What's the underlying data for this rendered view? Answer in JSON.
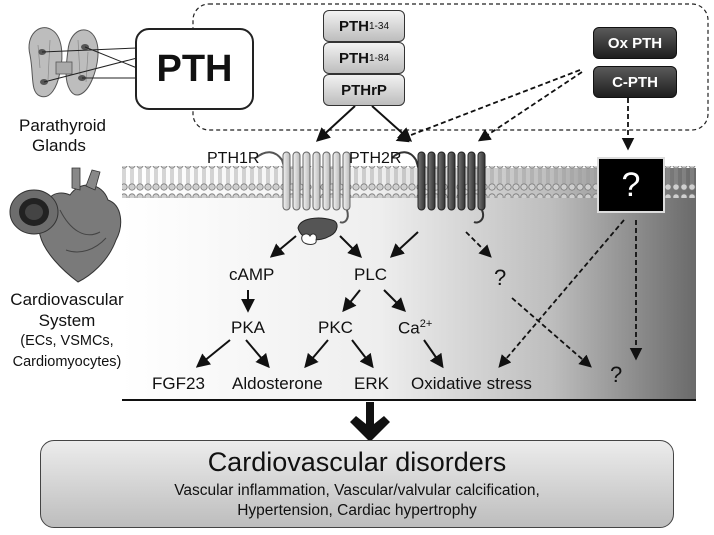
{
  "pth_main": "PTH",
  "gland_label_1": "Parathyroid",
  "gland_label_2": "Glands",
  "ligands": {
    "pth134_main": "PTH",
    "pth134_sub": "1-34",
    "pth184_main": "PTH",
    "pth184_sub": "1-84",
    "pthrp": "PTHrP",
    "oxpth": "Ox PTH",
    "cpth": "C-PTH"
  },
  "receptors": {
    "pth1r": "PTH1R",
    "pth2r": "PTH2R",
    "unknown": "?"
  },
  "cv_system": {
    "line1": "Cardiovascular",
    "line2": "System",
    "line3": "(ECs, VSMCs,",
    "line4": "Cardiomyocytes)"
  },
  "pathway": {
    "camp": "cAMP",
    "plc": "PLC",
    "pka": "PKA",
    "pkc": "PKC",
    "ca": "Ca",
    "ca_sup": "2+",
    "q1": "?",
    "q2": "?"
  },
  "outcomes": {
    "fgf23": "FGF23",
    "aldosterone": "Aldosterone",
    "erk": "ERK",
    "oxidative": "Oxidative stress"
  },
  "disorders": {
    "title": "Cardiovascular disorders",
    "line1": "Vascular inflammation, Vascular/valvular calcification,",
    "line2": "Hypertension, Cardiac hypertrophy"
  }
}
